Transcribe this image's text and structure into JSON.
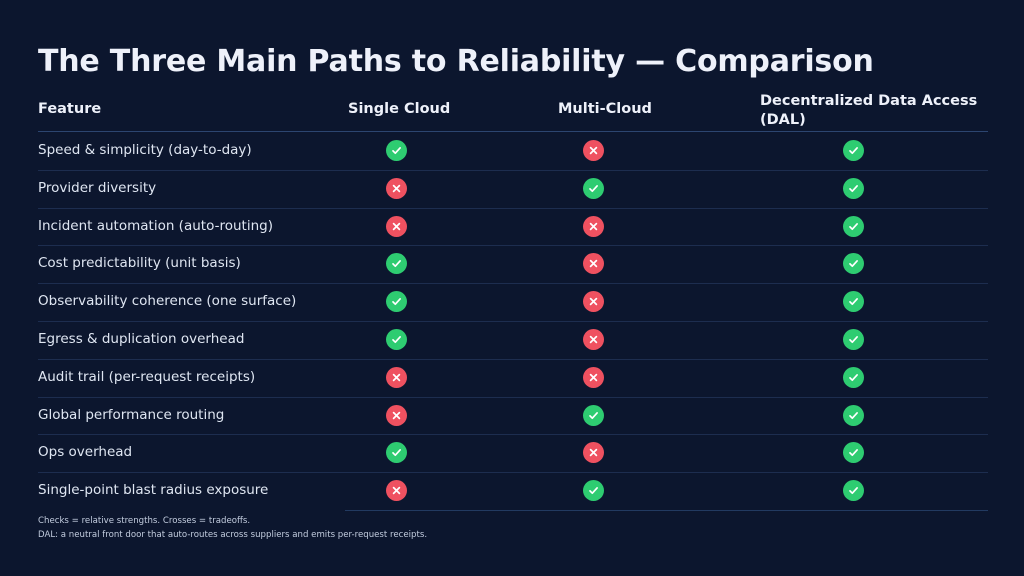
{
  "slide": {
    "title": "The Three Main Paths to Reliability — Comparison",
    "background_color": "#0c162e",
    "accent_yes_color": "#2ecc71",
    "accent_no_color": "#ef5160"
  },
  "table": {
    "columns": [
      {
        "key": "feature",
        "label": "Feature"
      },
      {
        "key": "single_cloud",
        "label": "Single Cloud"
      },
      {
        "key": "multi_cloud",
        "label": "Multi-Cloud"
      },
      {
        "key": "dal",
        "label": "Decentralized Data Access (DAL)"
      }
    ],
    "rows": [
      {
        "feature": "Speed & simplicity (day-to-day)",
        "single_cloud": "yes",
        "multi_cloud": "no",
        "dal": "yes"
      },
      {
        "feature": "Provider diversity",
        "single_cloud": "no",
        "multi_cloud": "yes",
        "dal": "yes"
      },
      {
        "feature": "Incident automation (auto-routing)",
        "single_cloud": "no",
        "multi_cloud": "no",
        "dal": "yes"
      },
      {
        "feature": "Cost predictability (unit basis)",
        "single_cloud": "yes",
        "multi_cloud": "no",
        "dal": "yes"
      },
      {
        "feature": "Observability coherence (one surface)",
        "single_cloud": "yes",
        "multi_cloud": "no",
        "dal": "yes"
      },
      {
        "feature": "Egress & duplication overhead",
        "single_cloud": "yes",
        "multi_cloud": "no",
        "dal": "yes"
      },
      {
        "feature": "Audit trail (per-request receipts)",
        "single_cloud": "no",
        "multi_cloud": "no",
        "dal": "yes"
      },
      {
        "feature": "Global performance routing",
        "single_cloud": "no",
        "multi_cloud": "yes",
        "dal": "yes"
      },
      {
        "feature": "Ops overhead",
        "single_cloud": "yes",
        "multi_cloud": "no",
        "dal": "yes"
      },
      {
        "feature": "Single-point blast radius exposure",
        "single_cloud": "no",
        "multi_cloud": "yes",
        "dal": "yes"
      }
    ]
  },
  "footnotes": [
    "Checks = relative strengths. Crosses = tradeoffs.",
    "DAL: a neutral front door that auto-routes across suppliers and emits per-request receipts."
  ],
  "icons": {
    "yes": "check-icon",
    "no": "cross-icon"
  }
}
